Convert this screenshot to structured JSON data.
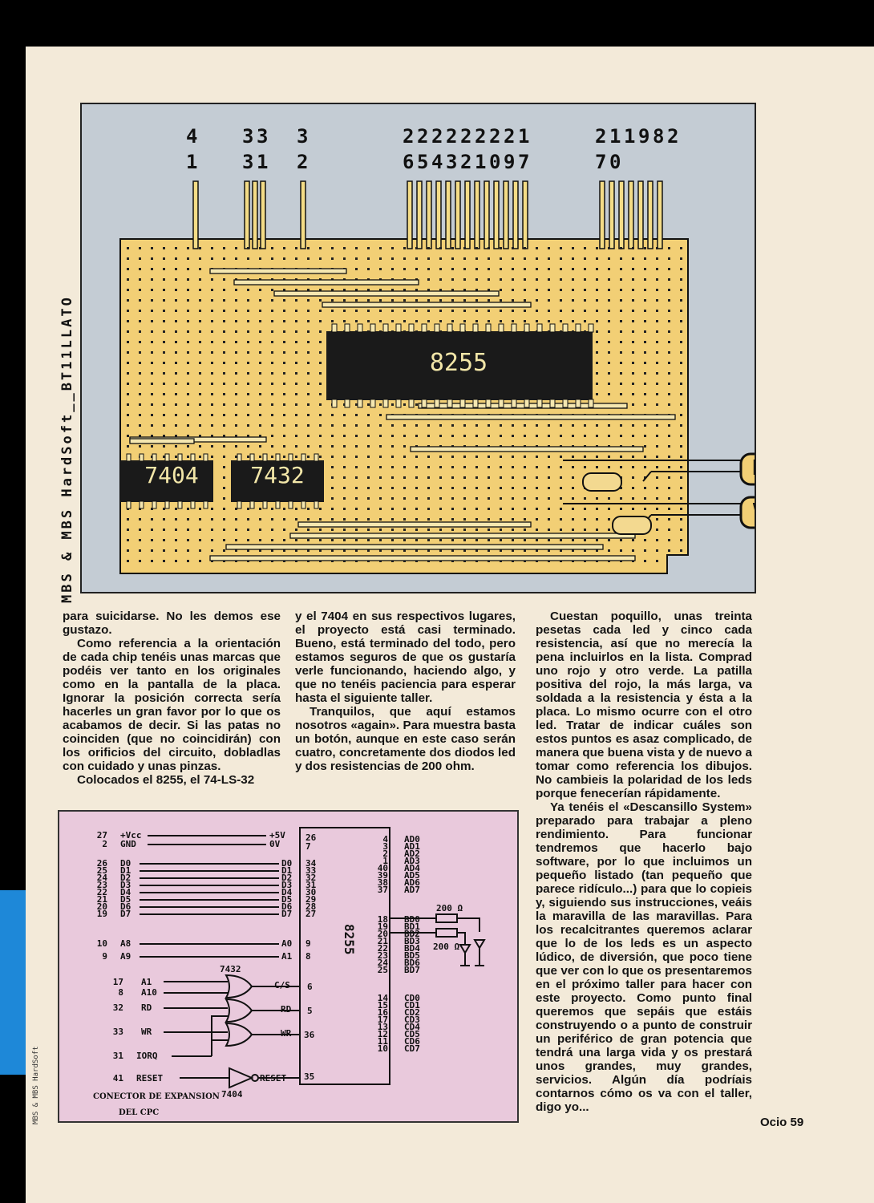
{
  "side_text": "MBS & MBS HardSoft__BT11LLATO",
  "left_strip_text": "MBS & MBS HardSoft",
  "board": {
    "pin_labels_top": [
      "4",
      "3",
      "3",
      "3",
      "2",
      "2",
      "2",
      "2",
      "2",
      "2",
      "2",
      "2",
      "1",
      "2",
      "1",
      "1",
      "9",
      "8",
      "2"
    ],
    "pin_labels_bottom": [
      "1",
      "3",
      "1",
      "2",
      "6",
      "5",
      "4",
      "3",
      "2",
      "1",
      "0",
      "9",
      "7",
      "7",
      "0"
    ],
    "chip_8255": "8255",
    "chip_7404": "7404",
    "chip_7432": "7432",
    "led_r": "R",
    "led_v": "V"
  },
  "col1": [
    "para suicidarse. No les demos ese gustazo.",
    "Como referencia a la orientación de cada chip tenéis unas marcas que podéis ver tanto en los originales como en la pantalla de la placa. Ignorar la posición correcta sería hacerles un gran favor por lo que os acabamos de decir. Si las patas no coinciden (que no coincidirán) con los orificios del circuito, dobladlas con cuidado y unas pinzas.",
    "Colocados el 8255, el 74-LS-32"
  ],
  "col2": [
    "y el 7404 en sus respectivos lugares, el proyecto está casi terminado. Bueno, está terminado del todo, pero estamos seguros de que os gustaría verle funcionando, haciendo algo, y que no tenéis paciencia para esperar hasta el siguiente taller.",
    "Tranquilos, que aquí estamos nosotros «again». Para muestra basta un botón, aunque en este caso serán cuatro, concretamente dos diodos led y dos resistencias de 200 ohm."
  ],
  "col3": [
    "Cuestan poquillo, unas treinta pesetas cada led y cinco cada resistencia, así que no merecía la pena incluirlos en la lista. Comprad uno rojo y otro verde. La patilla positiva del rojo, la más larga, va soldada a la resistencia y ésta a la placa. Lo mismo ocurre con el otro led. Tratar de indicar cuáles son estos puntos es asaz complicado, de manera que buena vista y de nuevo a tomar como referencia los dibujos. No cambieis la polaridad de los leds porque fenecerían rápidamente.",
    "Ya tenéis el «Descansillo System» preparado para trabajar a pleno rendimiento. Para funcionar tendremos que hacerlo bajo software, por lo que incluimos un pequeño listado (tan pequeño que parece ridículo...) para que lo copieis y, siguiendo sus instrucciones, veáis la maravilla de las maravillas. Para los recalcitrantes queremos aclarar que lo de los leds es un aspecto lúdico, de diversión, que poco tiene que ver con lo que os presentaremos en el próximo taller para hacer con este proyecto. Como punto final queremos que sepáis que estáis construyendo o a punto de construir un periférico de gran potencia que tendrá una larga vida y os prestará unos grandes, muy grandes, servicios. Algún día podríais contarnos cómo os va con el taller, digo yo..."
  ],
  "schematic": {
    "left_signals": [
      {
        "pin": "27",
        "name": "+Vcc",
        "target": "+5V",
        "tpin": "26"
      },
      {
        "pin": "2",
        "name": "GND",
        "target": "0V",
        "tpin": "7"
      },
      {
        "pin": "26",
        "name": "D0",
        "target": "D0",
        "tpin": "34"
      },
      {
        "pin": "25",
        "name": "D1",
        "target": "D1",
        "tpin": "33"
      },
      {
        "pin": "24",
        "name": "D2",
        "target": "D2",
        "tpin": "32"
      },
      {
        "pin": "23",
        "name": "D3",
        "target": "D3",
        "tpin": "31"
      },
      {
        "pin": "22",
        "name": "D4",
        "target": "D4",
        "tpin": "30"
      },
      {
        "pin": "21",
        "name": "D5",
        "target": "D5",
        "tpin": "29"
      },
      {
        "pin": "20",
        "name": "D6",
        "target": "D6",
        "tpin": "28"
      },
      {
        "pin": "19",
        "name": "D7",
        "target": "D7",
        "tpin": "27"
      },
      {
        "pin": "10",
        "name": "A8",
        "target": "A0",
        "tpin": "9"
      },
      {
        "pin": "9",
        "name": "A9",
        "target": "A1",
        "tpin": "8"
      }
    ],
    "gate_inputs": [
      {
        "pin": "17",
        "name": "A1"
      },
      {
        "pin": "8",
        "name": "A10"
      },
      {
        "pin": "32",
        "name": "RD"
      },
      {
        "pin": "33",
        "name": "WR"
      },
      {
        "pin": "31",
        "name": "IORQ"
      }
    ],
    "gate_outputs": [
      {
        "name": "C/S",
        "tpin": "6"
      },
      {
        "name": "RD",
        "tpin": "5"
      },
      {
        "name": "WR",
        "tpin": "36"
      }
    ],
    "reset": {
      "pin": "41",
      "name": "RESET",
      "target": "RESET",
      "tpin": "35"
    },
    "label_7432": "7432",
    "label_7404": "7404",
    "chip_label": "8255",
    "port_a": [
      {
        "pin": "4",
        "name": "AD0"
      },
      {
        "pin": "3",
        "name": "AD1"
      },
      {
        "pin": "2",
        "name": "AD2"
      },
      {
        "pin": "1",
        "name": "AD3"
      },
      {
        "pin": "40",
        "name": "AD4"
      },
      {
        "pin": "39",
        "name": "AD5"
      },
      {
        "pin": "38",
        "name": "AD6"
      },
      {
        "pin": "37",
        "name": "AD7"
      }
    ],
    "port_b": [
      {
        "pin": "18",
        "name": "BD0"
      },
      {
        "pin": "19",
        "name": "BD1"
      },
      {
        "pin": "20",
        "name": "BD2"
      },
      {
        "pin": "21",
        "name": "BD3"
      },
      {
        "pin": "22",
        "name": "BD4"
      },
      {
        "pin": "23",
        "name": "BD5"
      },
      {
        "pin": "24",
        "name": "BD6"
      },
      {
        "pin": "25",
        "name": "BD7"
      }
    ],
    "port_c": [
      {
        "pin": "14",
        "name": "CD0"
      },
      {
        "pin": "15",
        "name": "CD1"
      },
      {
        "pin": "16",
        "name": "CD2"
      },
      {
        "pin": "17",
        "name": "CD3"
      },
      {
        "pin": "13",
        "name": "CD4"
      },
      {
        "pin": "12",
        "name": "CD5"
      },
      {
        "pin": "11",
        "name": "CD6"
      },
      {
        "pin": "10",
        "name": "CD7"
      }
    ],
    "resistor_1": "200 Ω",
    "resistor_2": "200 Ω",
    "caption_1": "CONECTOR DE EXPANSION",
    "caption_2": "DEL CPC"
  },
  "footer": "Ocio 59"
}
